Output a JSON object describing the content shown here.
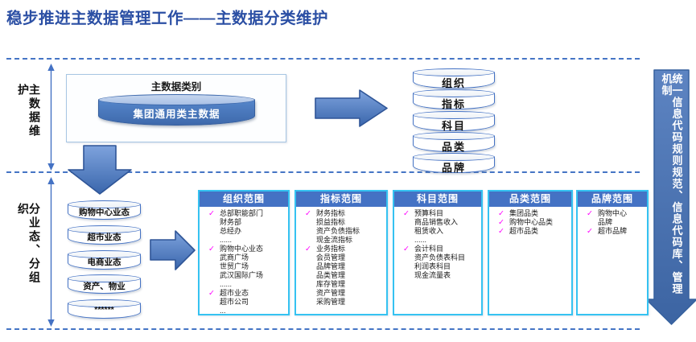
{
  "title": "稳步推进主数据管理工作——主数据分类维护",
  "colors": {
    "title_blue": "#2B4FA4",
    "accent_blue": "#4472C4",
    "arrow_blue": "#3A66AC",
    "column_border_cyan": "#35C2F1",
    "check_magenta": "#FF00FF"
  },
  "top_section": {
    "left_label": "主数据维护",
    "box_title": "主数据类别",
    "box_cylinder": "集团通用类主数据",
    "cylinders": [
      "组织",
      "指标",
      "科目",
      "品类",
      "品牌"
    ]
  },
  "bottom_section": {
    "left_label": "分业态、分组织",
    "cylinders": [
      "购物中心业态",
      "超市业态",
      "电商业态",
      "资产、物业",
      "******"
    ],
    "columns": [
      {
        "title": "组织范围",
        "items": [
          {
            "check": "✓",
            "text": "总部职能部门"
          },
          {
            "check": "",
            "text": "财务部"
          },
          {
            "check": "",
            "text": "总经办"
          },
          {
            "check": "",
            "text": "......"
          },
          {
            "check": "✓",
            "text": "购物中心业态"
          },
          {
            "check": "",
            "text": "武商广场"
          },
          {
            "check": "",
            "text": "世贸广场"
          },
          {
            "check": "",
            "text": "武汉国际广场"
          },
          {
            "check": "",
            "text": "......"
          },
          {
            "check": "✓",
            "text": "超市业态"
          },
          {
            "check": "",
            "text": "超市公司"
          },
          {
            "check": "",
            "text": "..."
          }
        ]
      },
      {
        "title": "指标范围",
        "items": [
          {
            "check": "✓",
            "text": "财务指标"
          },
          {
            "check": "",
            "text": "损益指标"
          },
          {
            "check": "",
            "text": "资产负债指标"
          },
          {
            "check": "",
            "text": "现金流指标"
          },
          {
            "check": "✓",
            "text": "业务指标"
          },
          {
            "check": "",
            "text": "会员管理"
          },
          {
            "check": "",
            "text": "品牌管理"
          },
          {
            "check": "",
            "text": "品类管理"
          },
          {
            "check": "",
            "text": "库存管理"
          },
          {
            "check": "",
            "text": "资产管理"
          },
          {
            "check": "",
            "text": "采购管理"
          }
        ]
      },
      {
        "title": "科目范围",
        "items": [
          {
            "check": "✓",
            "text": "预算科目"
          },
          {
            "check": "",
            "text": "商品销售收入"
          },
          {
            "check": "",
            "text": "租赁收入"
          },
          {
            "check": "",
            "text": "......"
          },
          {
            "check": "✓",
            "text": "会计科目"
          },
          {
            "check": "",
            "text": "资产负债表科目"
          },
          {
            "check": "",
            "text": "利润表科目"
          },
          {
            "check": "",
            "text": "现金流量表"
          }
        ]
      },
      {
        "title": "品类范围",
        "items": [
          {
            "check": "✓",
            "text": "集团品类"
          },
          {
            "check": "✓",
            "text": "购物中心品类"
          },
          {
            "check": "✓",
            "text": "超市品类"
          }
        ]
      },
      {
        "title": "品牌范围",
        "items": [
          {
            "check": "✓",
            "text": "购物中心"
          },
          {
            "check": "",
            "text": "品牌"
          },
          {
            "check": "✓",
            "text": "超市品牌"
          }
        ]
      }
    ]
  },
  "right_banner": {
    "text": "统一信息代码规则规范、信息代码库、管理机制"
  }
}
